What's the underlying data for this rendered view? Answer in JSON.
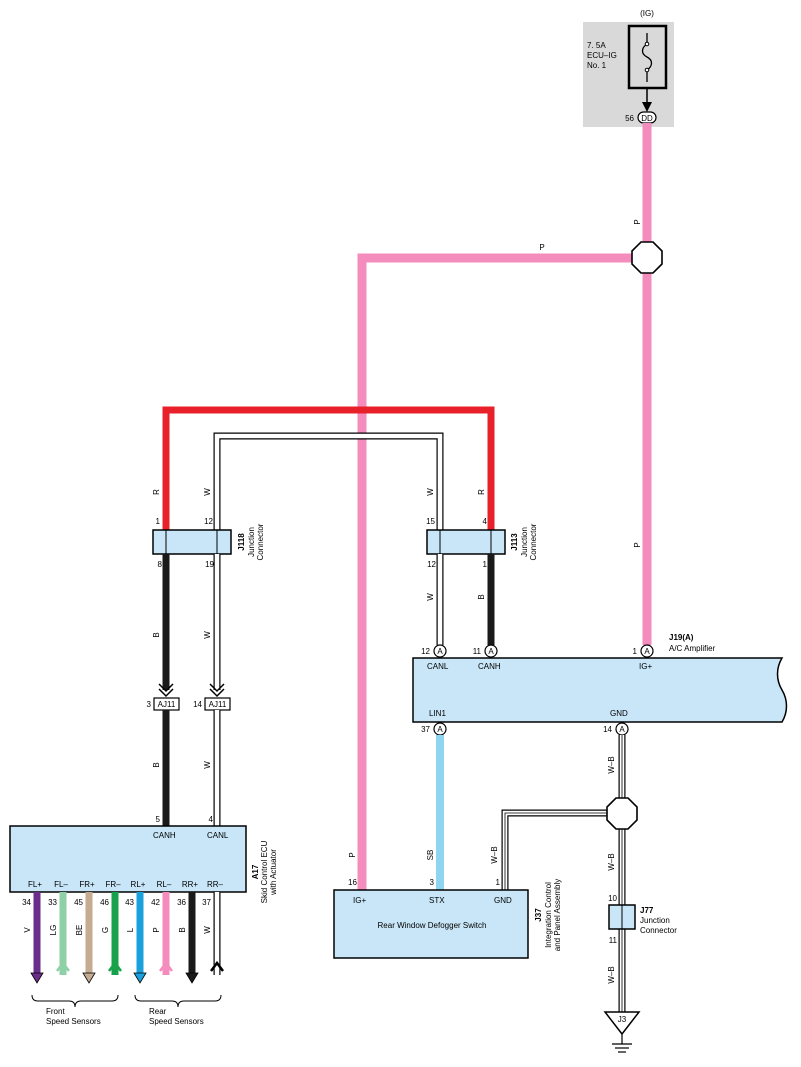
{
  "colors": {
    "pink": "#f48cbe",
    "red": "#e8202a",
    "black": "#1a1a1a",
    "sky": "#8fd5f0",
    "connector_fill": "#c8e6f7",
    "box_gray": "#d9d9d9",
    "purple": "#6a2d8a",
    "lightgreen": "#8ed1a6",
    "beige": "#c4ab91",
    "green": "#17a14a",
    "blue": "#1aa0dc"
  },
  "fuse": {
    "ig": "(IG)",
    "rating": "7. 5A",
    "name": "ECU–IG",
    "number": "No. 1",
    "pin": "56",
    "connector": "DD"
  },
  "wire_labels": {
    "p": "P",
    "r": "R",
    "w": "W",
    "b": "B",
    "sb": "SB",
    "wb": "W–B"
  },
  "j118": {
    "id": "J118",
    "desc1": "Junction",
    "desc2": "Connector",
    "pin_top_left": "1",
    "pin_top_right": "12",
    "pin_bot_left": "8",
    "pin_bot_right": "19"
  },
  "j113": {
    "id": "J113",
    "desc1": "Junction",
    "desc2": "Connector",
    "pin_top_left": "15",
    "pin_top_right": "4",
    "pin_bot_left": "12",
    "pin_bot_right": "1"
  },
  "aj11": {
    "id": "AJ11",
    "pin_left": "3",
    "pin_right": "14"
  },
  "j19": {
    "id": "J19(A)",
    "desc": "A/C Amplifier",
    "connector": "A",
    "canl_pin": "12",
    "canl": "CANL",
    "canh_pin": "11",
    "canh": "CANH",
    "ig_pin": "1",
    "ig": "IG+",
    "lin_pin": "37",
    "lin": "LIN1",
    "gnd_pin": "14",
    "gnd": "GND"
  },
  "a17": {
    "id": "A17",
    "desc1": "Skid Control ECU",
    "desc2": "with Actuator",
    "canh_pin": "5",
    "canh": "CANH",
    "canl_pin": "4",
    "canl": "CANL",
    "sensors": [
      {
        "name": "FL+",
        "pin": "34",
        "wire": "V"
      },
      {
        "name": "FL–",
        "pin": "33",
        "wire": "LG"
      },
      {
        "name": "FR+",
        "pin": "45",
        "wire": "BE"
      },
      {
        "name": "FR–",
        "pin": "46",
        "wire": "G"
      },
      {
        "name": "RL+",
        "pin": "43",
        "wire": "L"
      },
      {
        "name": "RL–",
        "pin": "42",
        "wire": "P"
      },
      {
        "name": "RR+",
        "pin": "36",
        "wire": "B"
      },
      {
        "name": "RR–",
        "pin": "37",
        "wire": "W"
      }
    ],
    "front_label1": "Front",
    "front_label2": "Speed Sensors",
    "rear_label1": "Rear",
    "rear_label2": "Speed Sensors"
  },
  "j37": {
    "id": "J37",
    "desc1": "Integration Control",
    "desc2": "and Panel Assembly",
    "title": "Rear Window Defogger Switch",
    "ig_pin": "16",
    "ig": "IG+",
    "stx_pin": "3",
    "stx": "STX",
    "gnd_pin": "1",
    "gnd": "GND"
  },
  "j77": {
    "id": "J77",
    "desc1": "Junction",
    "desc2": "Connector",
    "pin_top": "10",
    "pin_bot": "11"
  },
  "ground": {
    "id": "J3"
  }
}
